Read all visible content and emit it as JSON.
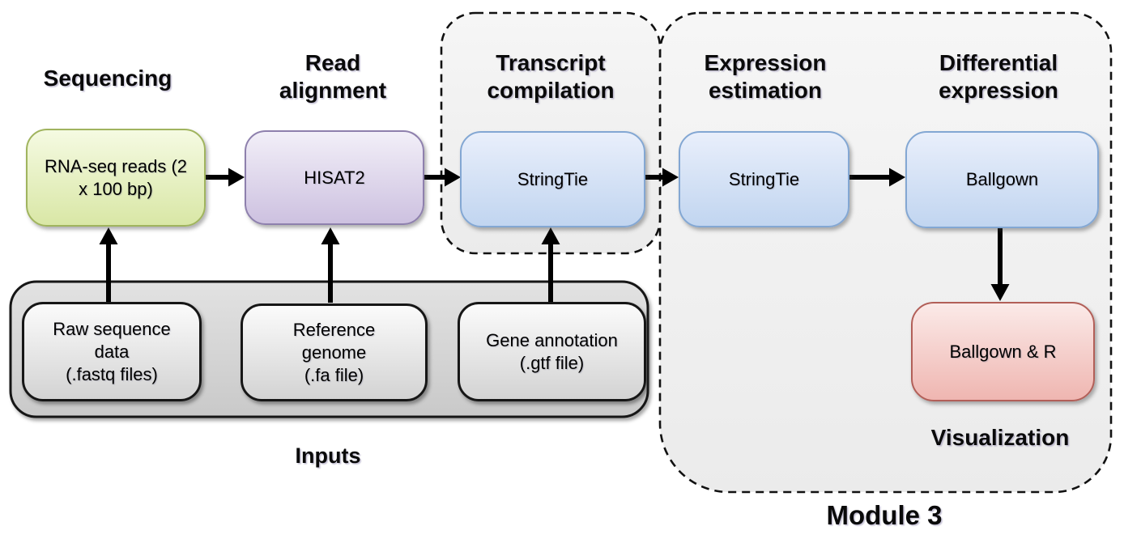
{
  "diagram": {
    "headings": {
      "sequencing": "Sequencing",
      "read_alignment": "Read\nalignment",
      "transcript_compilation": "Transcript\ncompilation",
      "expression_estimation": "Expression\nestimation",
      "differential_expression": "Differential\nexpression",
      "visualization": "Visualization",
      "inputs": "Inputs",
      "module": "Module 3"
    },
    "process_boxes": {
      "rna_seq_reads": "RNA-seq reads (2\nx 100 bp)",
      "hisat2": "HISAT2",
      "stringtie_compile": "StringTie",
      "stringtie_estimate": "StringTie",
      "ballgown": "Ballgown",
      "ballgown_r": "Ballgown & R"
    },
    "input_boxes": {
      "raw_sequence": "Raw sequence\ndata\n(.fastq files)",
      "reference_genome": "Reference\ngenome\n(.fa file)",
      "gene_annotation": "Gene annotation\n(.gtf file)"
    },
    "colors": {
      "green_top": "#f5fae2",
      "green_bottom": "#d9e7a6",
      "green_border": "#a0b45e",
      "purple_top": "#f2eff8",
      "purple_bottom": "#cdc1e0",
      "purple_border": "#8e80ad",
      "blue_top": "#e9effb",
      "blue_bottom": "#c1d5f0",
      "blue_border": "#83a7d3",
      "pink_top": "#fbeae8",
      "pink_bottom": "#efb6b1",
      "pink_border": "#b25f58",
      "gray_top": "#fbfbfb",
      "gray_bottom": "#d3d3d3",
      "container_top": "#e2e2e2",
      "container_bottom": "#c9c9c9",
      "dashed_fill_top": "#f6f6f6",
      "dashed_fill_bottom": "#ebebeb",
      "arrow_color": "#000000"
    }
  }
}
